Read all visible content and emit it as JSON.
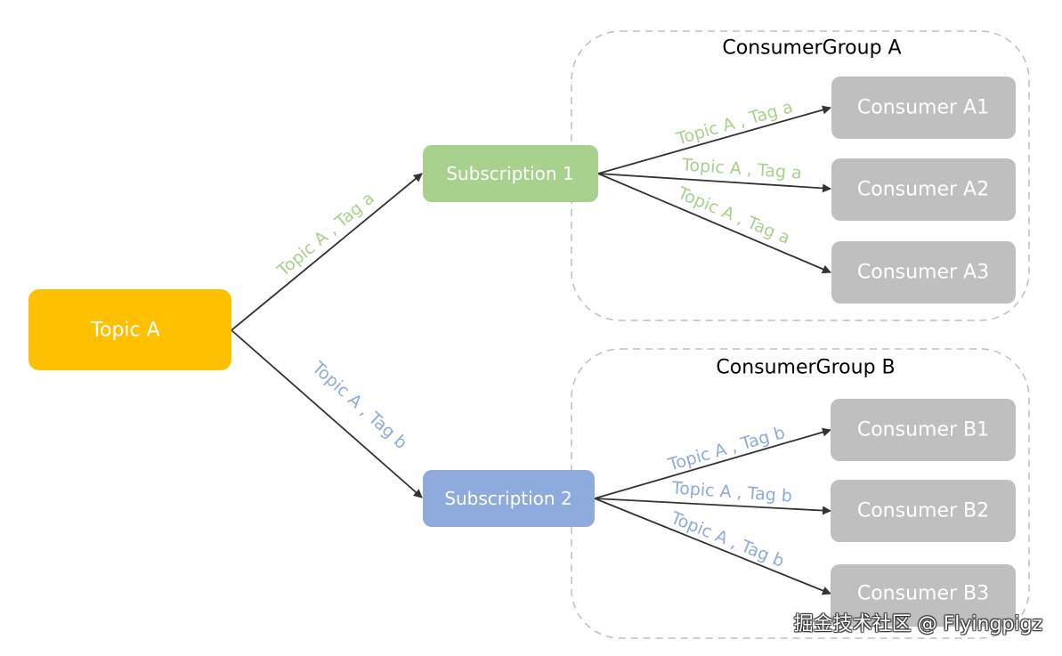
{
  "colors": {
    "topic": "#FFC000",
    "subscription_1": "#A9D18E",
    "subscription_2": "#8FAADC",
    "consumer": "#BFBFBF",
    "arrow": "#333333",
    "group_border": "#BFBFBF",
    "label_a": "#A9D18E",
    "label_b": "#8FAADC"
  },
  "topic": {
    "label": "Topic A"
  },
  "subscriptions": [
    {
      "label": "Subscription 1",
      "edge_label": "Topic  A , Tag a"
    },
    {
      "label": "Subscription 2",
      "edge_label": "Topic  A , Tag b"
    }
  ],
  "groups": [
    {
      "title": "ConsumerGroup A",
      "consumers": [
        {
          "label": "Consumer A1",
          "edge_label": "Topic A , Tag a"
        },
        {
          "label": "Consumer A2",
          "edge_label": "Topic A , Tag a"
        },
        {
          "label": "Consumer A3",
          "edge_label": "Topic A , Tag a"
        }
      ]
    },
    {
      "title": "ConsumerGroup B",
      "consumers": [
        {
          "label": "Consumer B1",
          "edge_label": "Topic A , Tag b"
        },
        {
          "label": "Consumer B2",
          "edge_label": "Topic A , Tag b"
        },
        {
          "label": "Consumer B3",
          "edge_label": "Topic A , Tag b"
        }
      ]
    }
  ],
  "watermark": "掘金技术社区 @ Flyingpigz"
}
